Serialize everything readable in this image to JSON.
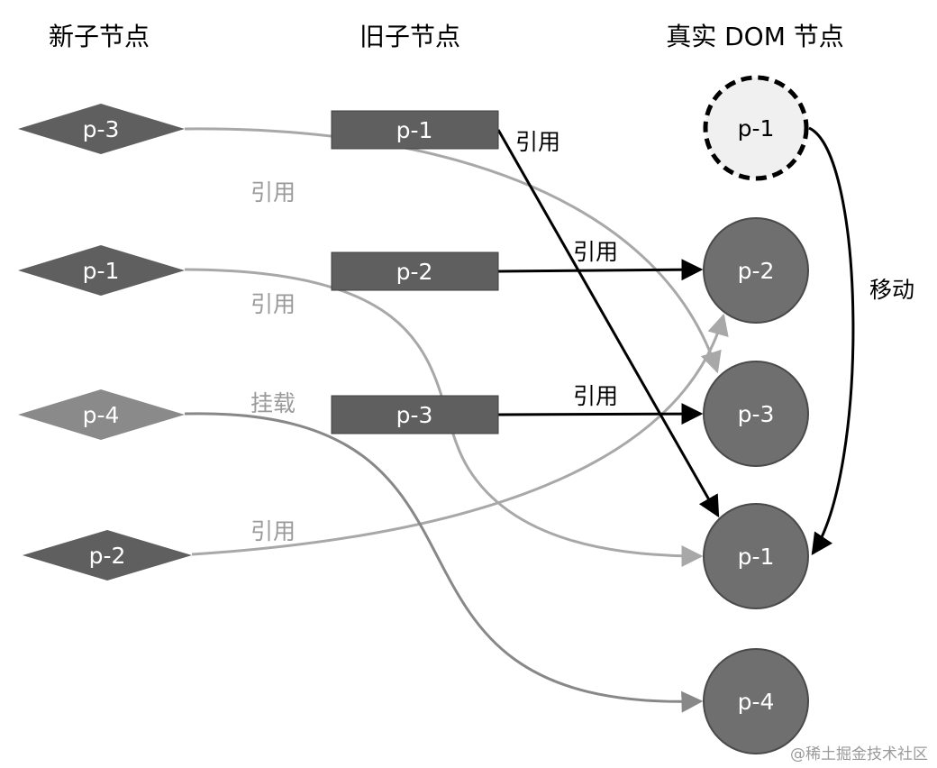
{
  "headers": {
    "new_children": "新子节点",
    "old_children": "旧子节点",
    "real_dom": "真实 DOM 节点"
  },
  "new_nodes": [
    "p-3",
    "p-1",
    "p-4",
    "p-2"
  ],
  "old_nodes": [
    "p-1",
    "p-2",
    "p-3"
  ],
  "dom_nodes": [
    "p-1",
    "p-2",
    "p-3",
    "p-1",
    "p-4"
  ],
  "edge_labels": {
    "old_p1_ref": "引用",
    "new_p3_ref": "引用",
    "old_p2_ref": "引用",
    "new_p1_ref": "引用",
    "new_p4_mount": "挂载",
    "old_p3_ref": "引用",
    "new_p2_ref": "引用",
    "move": "移动"
  },
  "watermark": "@稀土掘金技术社区",
  "colors": {
    "node_dark": "#5f5f5f",
    "node_light": "#8a8a8a",
    "circle_fill": "#6f6f6f",
    "circle_old_fill": "#f0f0f0",
    "edge_dark": "#000000",
    "edge_light": "#a8a8a8",
    "edge_mount": "#888888"
  }
}
